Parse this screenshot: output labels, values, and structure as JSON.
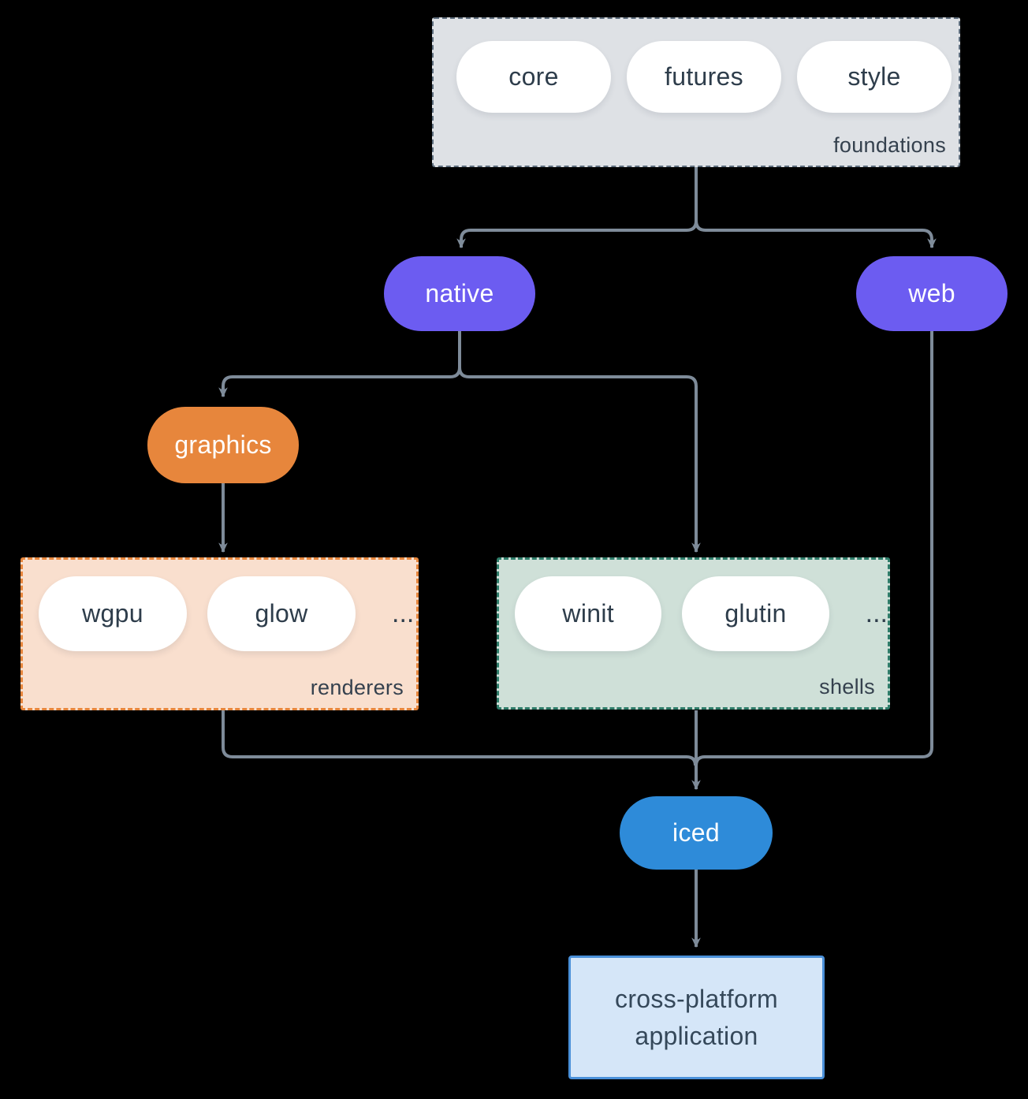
{
  "diagram": {
    "type": "dependency-graph",
    "colors": {
      "background": "#000000",
      "connector": "#7E8B99",
      "pill_white_bg": "#FFFFFF",
      "dark_text": "#2E3D4B",
      "group_label_text": "#35414E",
      "purple_node": "#6C5CF1",
      "orange_node": "#E7863C",
      "blue_node": "#2E8BD9",
      "foundations_bg": "#DEE1E5",
      "foundations_border": "#5E6E7E",
      "renderers_bg": "#F9DFCE",
      "renderers_border": "#E7863C",
      "shells_bg": "#CFE0D8",
      "shells_border": "#2F7D6A",
      "app_bg": "#D5E6F8",
      "app_border": "#4A90D9"
    },
    "groups": {
      "foundations": {
        "label": "foundations",
        "pills": [
          "core",
          "futures",
          "style"
        ]
      },
      "renderers": {
        "label": "renderers",
        "pills": [
          "wgpu",
          "glow"
        ],
        "ellipsis": "..."
      },
      "shells": {
        "label": "shells",
        "pills": [
          "winit",
          "glutin"
        ],
        "ellipsis": "..."
      }
    },
    "nodes": {
      "native": {
        "label": "native"
      },
      "web": {
        "label": "web"
      },
      "graphics": {
        "label": "graphics"
      },
      "iced": {
        "label": "iced"
      },
      "application": {
        "label": "cross-platform application"
      }
    },
    "edges": [
      {
        "from": "foundations",
        "to": "native"
      },
      {
        "from": "foundations",
        "to": "web"
      },
      {
        "from": "native",
        "to": "graphics"
      },
      {
        "from": "native",
        "to": "shells"
      },
      {
        "from": "graphics",
        "to": "renderers"
      },
      {
        "from": "renderers",
        "to": "iced"
      },
      {
        "from": "shells",
        "to": "iced"
      },
      {
        "from": "web",
        "to": "iced"
      },
      {
        "from": "iced",
        "to": "application"
      }
    ]
  }
}
